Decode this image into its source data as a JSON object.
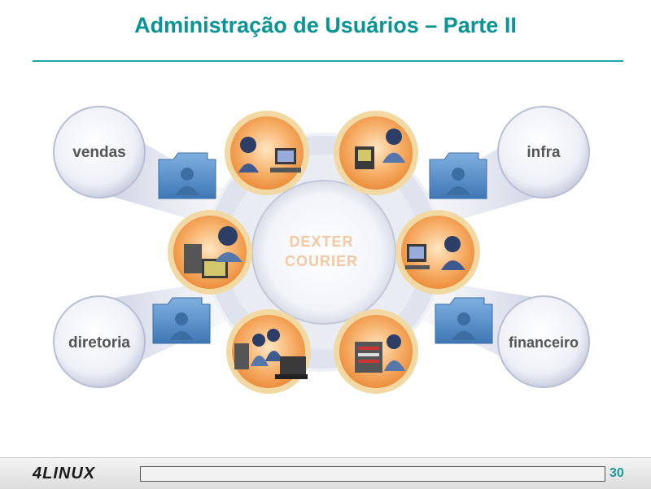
{
  "slide": {
    "title": "Administração de Usuários – Parte II",
    "page_number": "30",
    "logo_text": "4LINUX"
  },
  "diagram": {
    "center_label_line1": "DEXTER",
    "center_label_line2": "COURIER",
    "groups": {
      "top_left": "vendas",
      "top_right": "infra",
      "bottom_left": "diretoria",
      "bottom_right": "financeiro"
    }
  },
  "colors": {
    "title": "#0b9494",
    "accent_rule": "#1aa8a8",
    "node_orange": "#f5a95c",
    "node_ring": "#f2d9a3",
    "folder_blue": "#5b8fc7",
    "center_text": "#f2c9a2"
  }
}
